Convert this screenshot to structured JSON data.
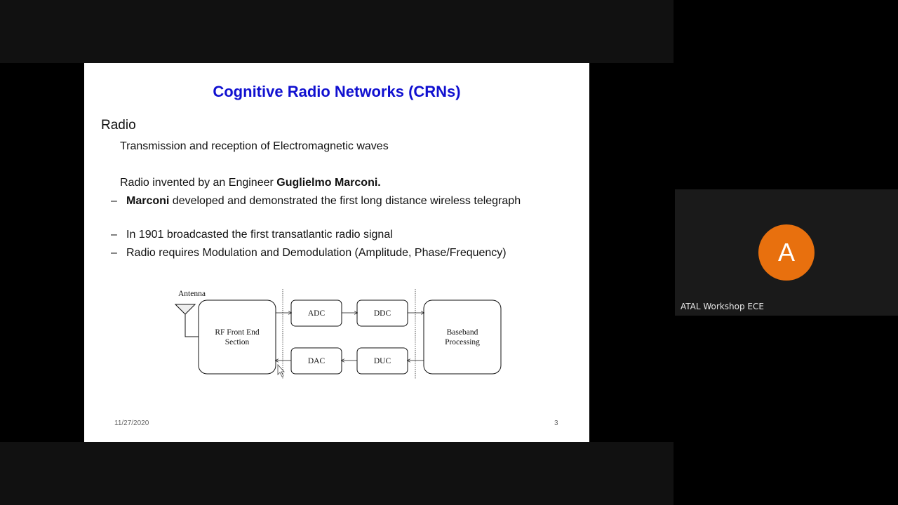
{
  "slide": {
    "title": "Cognitive Radio Networks (CRNs)",
    "heading": "Radio",
    "line1": "Transmission and reception of Electromagnetic waves",
    "line2_prefix": "Radio invented by an Engineer ",
    "line2_bold": "Guglielmo Marconi.",
    "bullets": [
      {
        "bold": "Marconi",
        "text": " developed and demonstrated the first long distance wireless telegraph"
      },
      {
        "text": "In 1901 broadcasted the first transatlantic radio signal"
      },
      {
        "text": "Radio requires Modulation and Demodulation (Amplitude, Phase/Frequency)"
      }
    ],
    "bullet_dash": "–",
    "diagram": {
      "antenna_label": "Antenna",
      "rf_front_end_line1": "RF Front End",
      "rf_front_end_line2": "Section",
      "adc": "ADC",
      "ddc": "DDC",
      "dac": "DAC",
      "duc": "DUC",
      "baseband_line1": "Baseband",
      "baseband_line2": "Processing"
    },
    "footer_date": "11/27/2020",
    "footer_page": "3"
  },
  "participant": {
    "initial": "A",
    "name": "ATAL Workshop ECE",
    "avatar_color": "#e8700e"
  }
}
